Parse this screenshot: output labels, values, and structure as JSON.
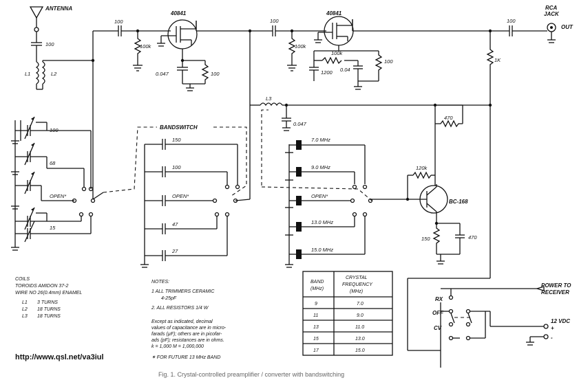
{
  "labels": {
    "antenna": "ANTENNA",
    "rca": "RCA",
    "jack": "JACK",
    "out": "OUT",
    "q1": "40841",
    "q2": "40841",
    "c_in": "100",
    "c_ant": "100",
    "c_mid": "100",
    "c_out": "100",
    "r_g1": "100k",
    "r_g2": "100k",
    "c_s1": "0.047",
    "r_s1": "100",
    "r_fb": "100k",
    "c_1200": "1200",
    "c_004": "0.04",
    "r_s2": "100",
    "r_1k": "1K",
    "l1": "L1",
    "l2": "L2",
    "l3": "L3",
    "c_l3": "0.047",
    "r_470": "470",
    "r_120k": "120k",
    "q3": "BC-168",
    "r_150": "150",
    "c_470": "470",
    "bandswitch": "BANDSWITCH",
    "trim_caps": [
      "100",
      "68",
      "OPEN*",
      "15"
    ],
    "sw_caps": [
      "150",
      "100",
      "OPEN*",
      "47",
      "27"
    ],
    "crystals": [
      "7.0 MHz",
      "9.0 MHz",
      "OPEN*",
      "13.0 MHz",
      "15.0 MHz"
    ],
    "power_to": "POWER TO",
    "receiver": "RECEIVER",
    "rx": "RX",
    "off": "OFF",
    "cv": "CV",
    "vdc": "12 VDC",
    "plus": "+",
    "minus": "-"
  },
  "coils": {
    "title": "COILS",
    "line1": "TOROIDS  AMIDON 37-2",
    "line2": "WIRE  NO 26(0.4mm) ENAMEL",
    "rows": [
      {
        "name": "L1",
        "turns": "3 TURNS"
      },
      {
        "name": "L2",
        "turns": "18 TURNS"
      },
      {
        "name": "L3",
        "turns": "18 TURNS"
      }
    ]
  },
  "notes": {
    "title": "NOTES:",
    "n1a": "1  ALL TRIMMERS CERAMIC",
    "n1b": "4-25pF",
    "n2": "2.  ALL RESISTORS  1/4 W",
    "p1": "Except as indicated, decimal",
    "p2": "values of capacitance are in micro-",
    "p3": "farads (µF); others are in picofar-",
    "p4": "ads (pF); resistances are in ohms.",
    "p5": "k = 1,000     M = 1,000,000",
    "future": "✶ FOR FUTURE 13 MHz BAND"
  },
  "band_table": {
    "headers": [
      "BAND (MHz)",
      "CRYSTAL FREQUENCY (MHz)"
    ],
    "rows": [
      [
        "9",
        "7.0"
      ],
      [
        "11",
        "9.0"
      ],
      [
        "13",
        "11.0"
      ],
      [
        "15",
        "13.0"
      ],
      [
        "17",
        "15.0"
      ]
    ]
  },
  "footer": {
    "url": "http://www.qsl.net/va3iul",
    "caption": "Fig. 1. Crystal-controlled preamplifier / converter with bandswitching"
  }
}
